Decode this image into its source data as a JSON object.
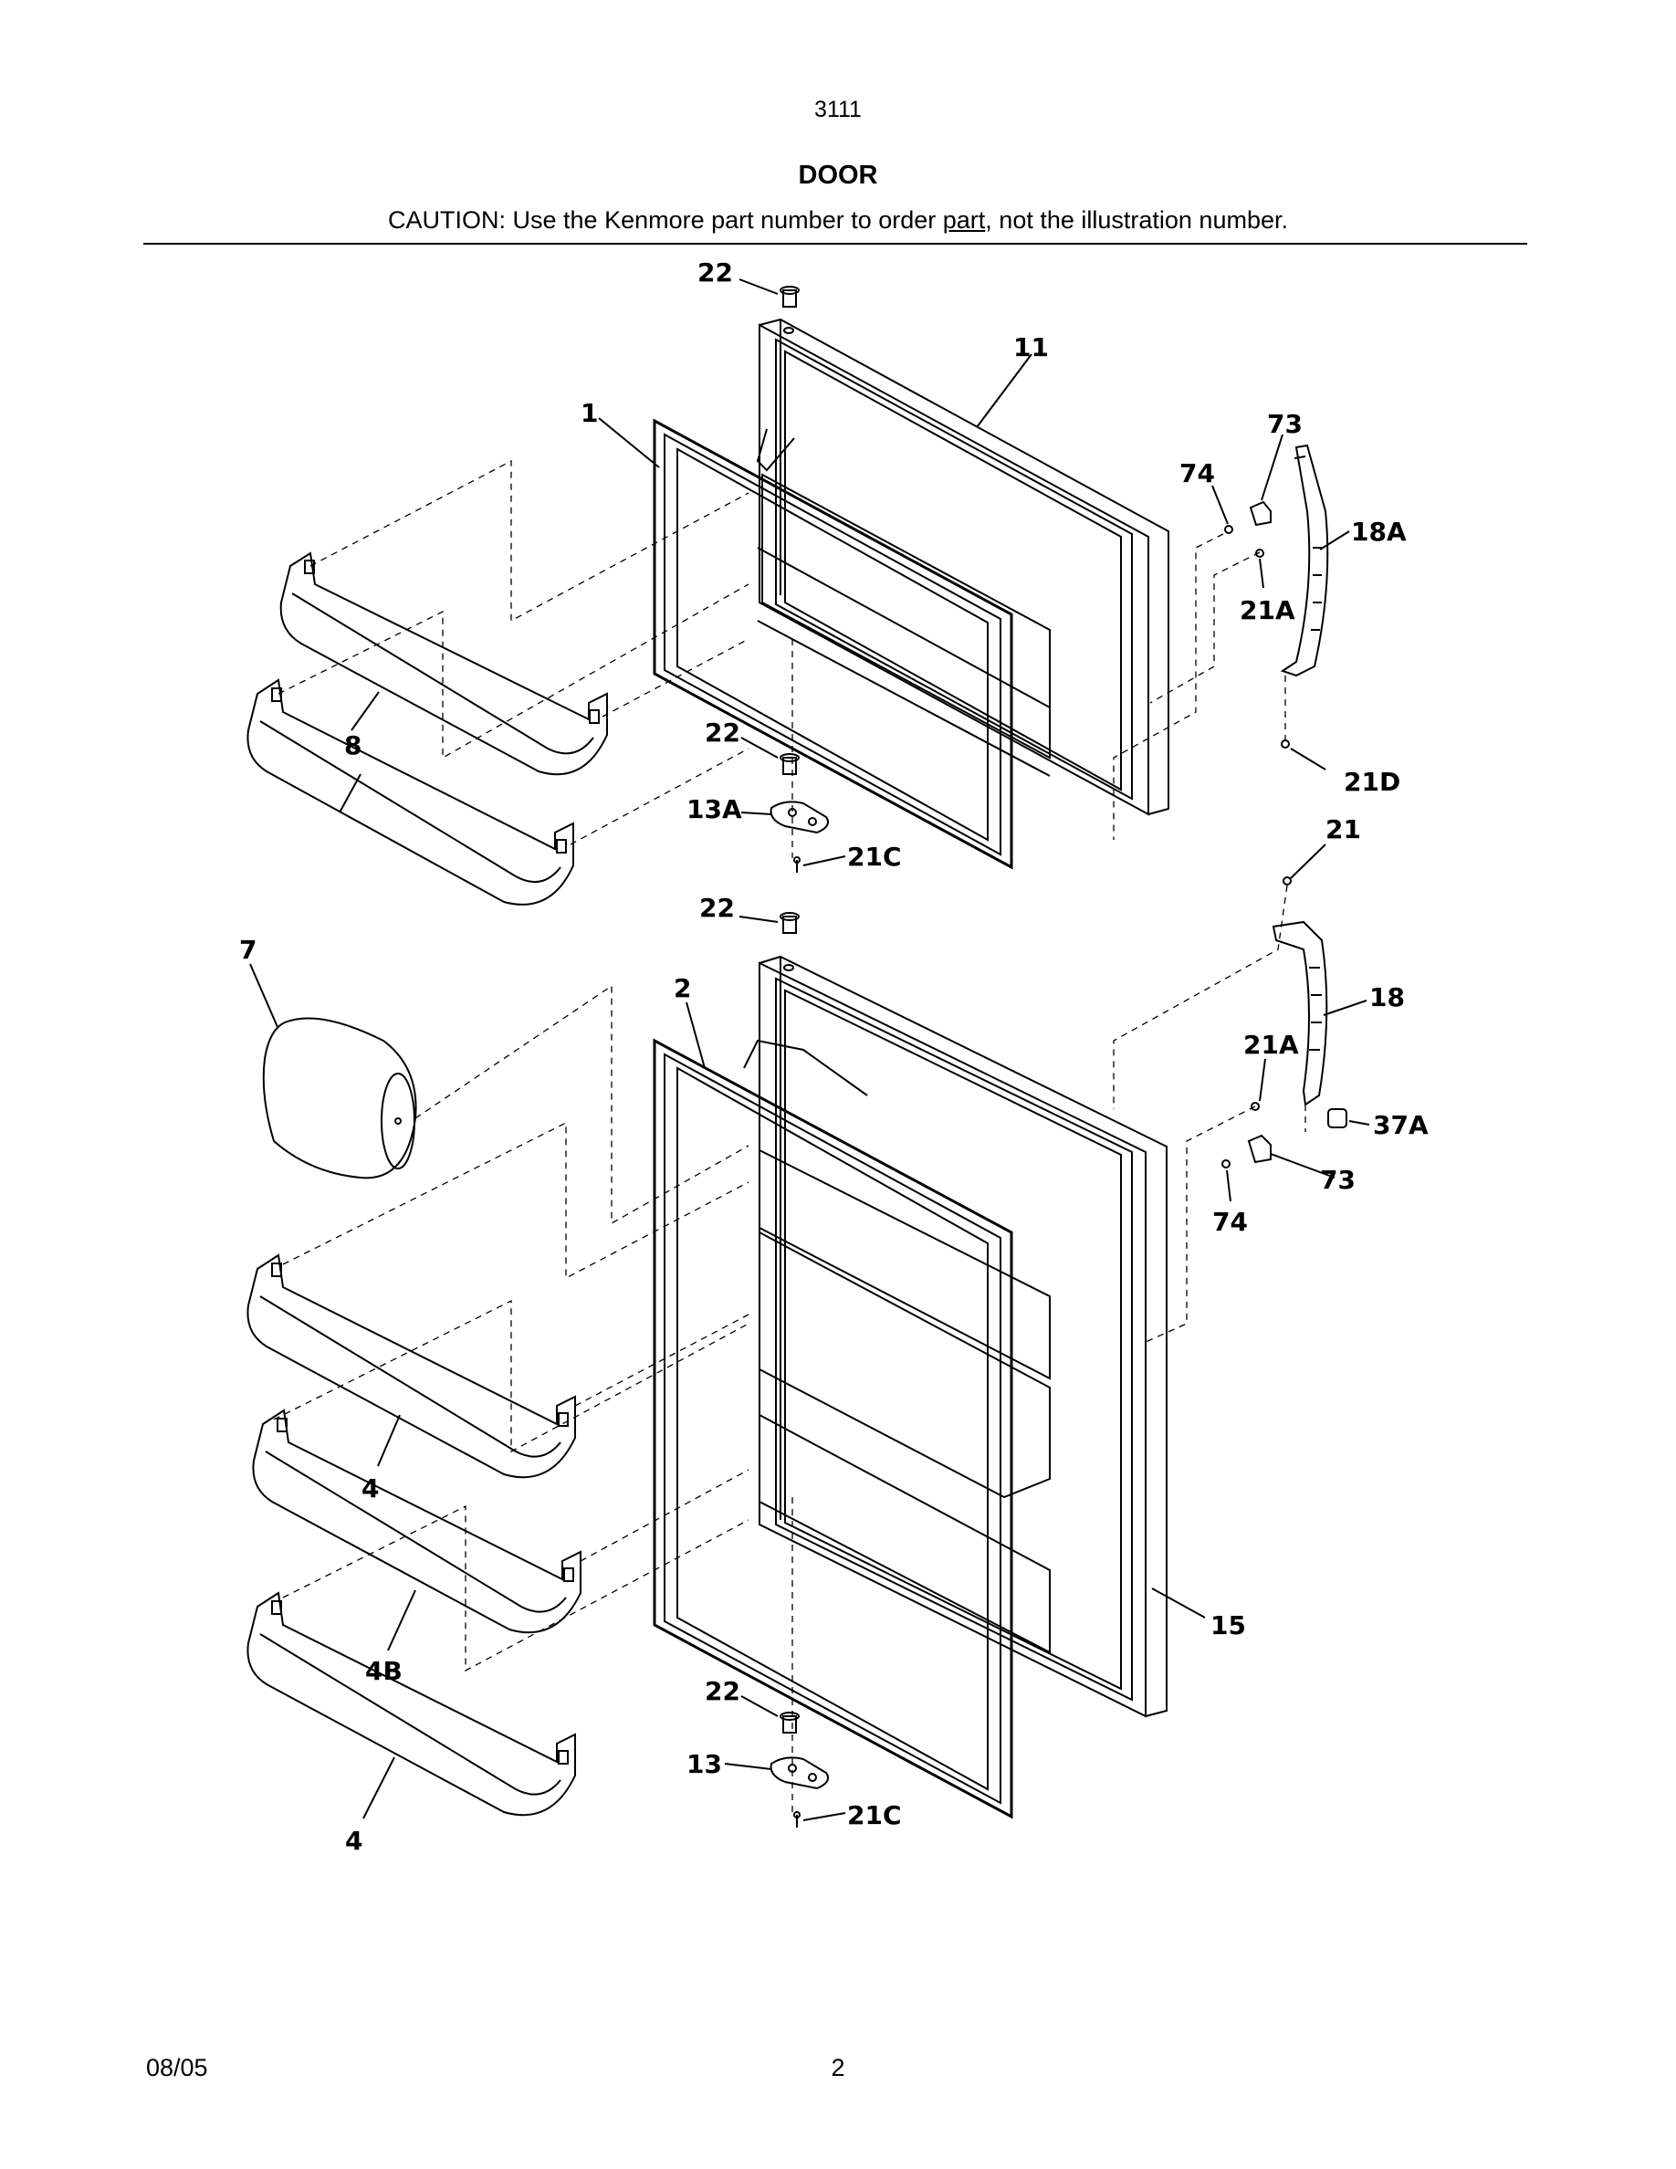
{
  "header": {
    "model": "3111",
    "title": "DOOR",
    "caution_prefix": "CAUTION: Use the Kenmore part number to order ",
    "caution_underlined": "part",
    "caution_suffix": ", not the illustration number."
  },
  "callouts": {
    "c22_top": "22",
    "c11": "11",
    "c1": "1",
    "c73_top": "73",
    "c74_top": "74",
    "c18A": "18A",
    "c21A_top": "21A",
    "c8": "8",
    "c22_mid1": "22",
    "c21D": "21D",
    "c13A": "13A",
    "c21C_top": "21C",
    "c21": "21",
    "c22_mid2": "22",
    "c7": "7",
    "c2": "2",
    "c18": "18",
    "c21A_bot": "21A",
    "c37A": "37A",
    "c73_bot": "73",
    "c74_bot": "74",
    "c4_top": "4",
    "c15": "15",
    "c4B": "4B",
    "c22_bot": "22",
    "c13": "13",
    "c21C_bot": "21C",
    "c4_bot": "4"
  },
  "footer": {
    "date": "08/05",
    "page": "2"
  }
}
